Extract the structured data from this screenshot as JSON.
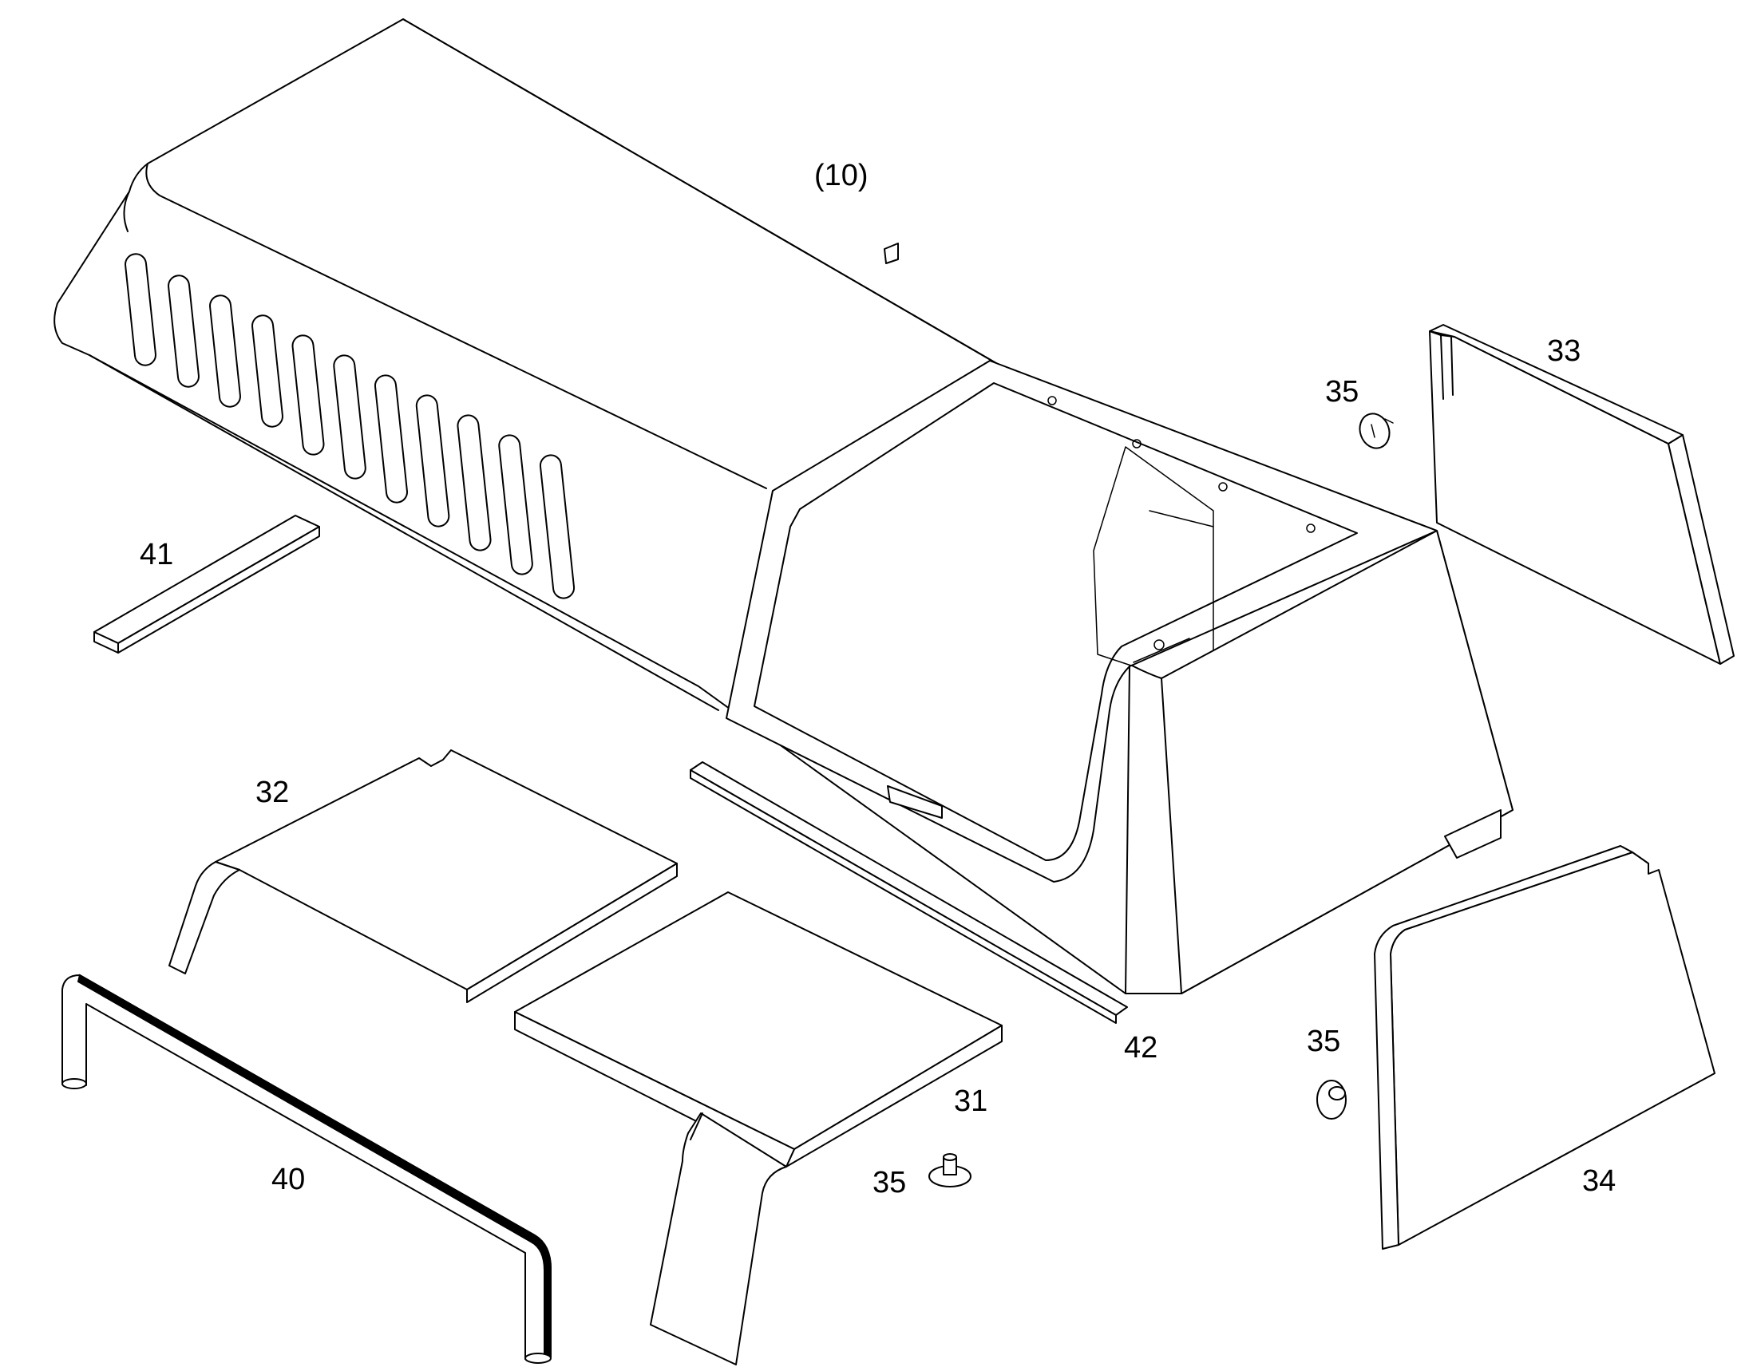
{
  "diagram": {
    "labels": {
      "assembly": "(10)",
      "p31": "31",
      "p32": "32",
      "p33": "33",
      "p34": "34",
      "p35_a": "35",
      "p35_b": "35",
      "p35_c": "35",
      "p40": "40",
      "p41": "41",
      "p42": "42"
    },
    "colors": {
      "line": "#000000",
      "fill": "#ffffff"
    }
  }
}
